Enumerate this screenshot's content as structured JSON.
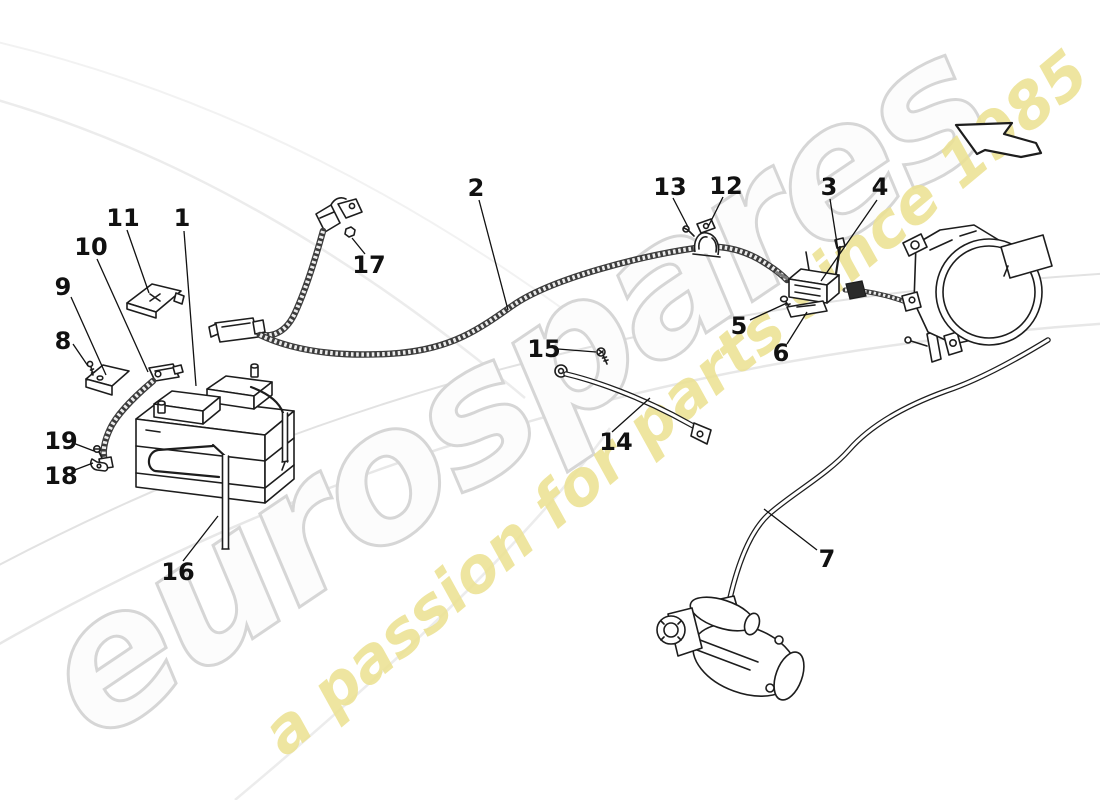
{
  "colors": {
    "background": "#ffffff",
    "line_art": "#1d1d1d",
    "watermark_brand_fill": "#fcfcfc",
    "watermark_brand_stroke": "#d6d6d6",
    "watermark_tagline": "#ece293",
    "swoosh": "#ececec"
  },
  "watermark": {
    "brand": "eurospares",
    "tagline": "a passion for parts since 1985"
  },
  "callouts": [
    {
      "label": "1"
    },
    {
      "label": "2"
    },
    {
      "label": "3"
    },
    {
      "label": "4"
    },
    {
      "label": "5"
    },
    {
      "label": "6"
    },
    {
      "label": "7"
    },
    {
      "label": "8"
    },
    {
      "label": "9"
    },
    {
      "label": "10"
    },
    {
      "label": "11"
    },
    {
      "label": "12"
    },
    {
      "label": "13"
    },
    {
      "label": "14"
    },
    {
      "label": "15"
    },
    {
      "label": "16"
    },
    {
      "label": "17"
    },
    {
      "label": "18"
    },
    {
      "label": "19"
    }
  ]
}
